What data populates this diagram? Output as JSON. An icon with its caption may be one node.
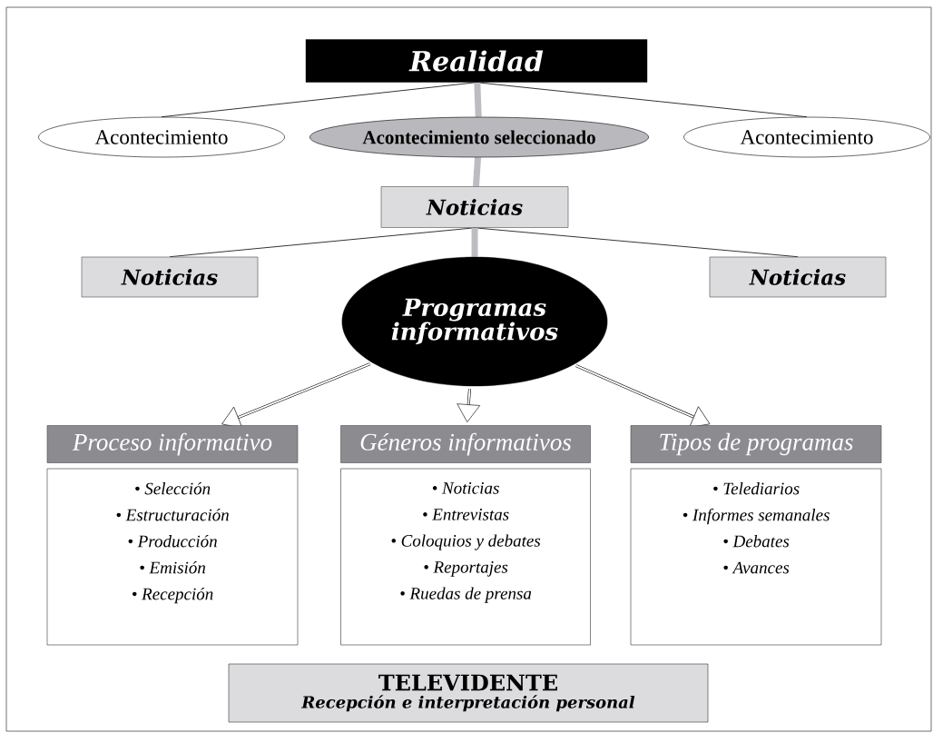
{
  "diagram": {
    "nodes": [
      {
        "text": [
          "Realidad"
        ]
      },
      {
        "text": [
          "Acontecimiento"
        ]
      },
      {
        "text": [
          "Acontecimiento seleccionado"
        ]
      },
      {
        "text": [
          "Acontecimiento"
        ]
      },
      {
        "text": [
          "Noticias"
        ]
      },
      {
        "text": [
          "Noticias"
        ]
      },
      {
        "text": [
          "Noticias"
        ]
      },
      {
        "text": [
          "Programas informativos"
        ]
      },
      {
        "text": [
          "Proceso informativo"
        ]
      },
      {
        "text": [
          "• Selección",
          "• Estructuración",
          "• Producción",
          "• Emisión",
          "• Recepción"
        ]
      },
      {
        "text": [
          "Géneros informativos"
        ]
      },
      {
        "text": [
          "• Noticias",
          "• Entrevistas",
          "• Coloquios y debates",
          "• Reportajes",
          "• Ruedas de prensa"
        ]
      },
      {
        "text": [
          "Tipos de programas"
        ]
      },
      {
        "text": [
          "• Telediarios",
          "• Informes semanales",
          "• Debates",
          "• Avances"
        ]
      },
      {
        "text": [
          "TELEVIDENTE",
          "Recepción e interpretación personal"
        ]
      }
    ],
    "edges": [
      {
        "from": 0,
        "to": 1,
        "arrow": "none"
      },
      {
        "from": 0,
        "to": 3,
        "arrow": "none"
      },
      {
        "from": 0,
        "to": 2,
        "arrow": "none",
        "style": "thick",
        "color": "#bdbdc1"
      },
      {
        "from": 2,
        "to": 4,
        "arrow": "none",
        "style": "thick",
        "color": "#bdbdc1"
      },
      {
        "from": 4,
        "to": 5,
        "arrow": "none"
      },
      {
        "from": 4,
        "to": 6,
        "arrow": "none"
      },
      {
        "from": 4,
        "to": 7,
        "arrow": "none",
        "style": "thick",
        "color": "#bdbdc1"
      },
      {
        "from": 7,
        "to": 8,
        "arrow": "to"
      },
      {
        "from": 7,
        "to": 10,
        "arrow": "to"
      },
      {
        "from": 7,
        "to": 12,
        "arrow": "to"
      }
    ]
  }
}
